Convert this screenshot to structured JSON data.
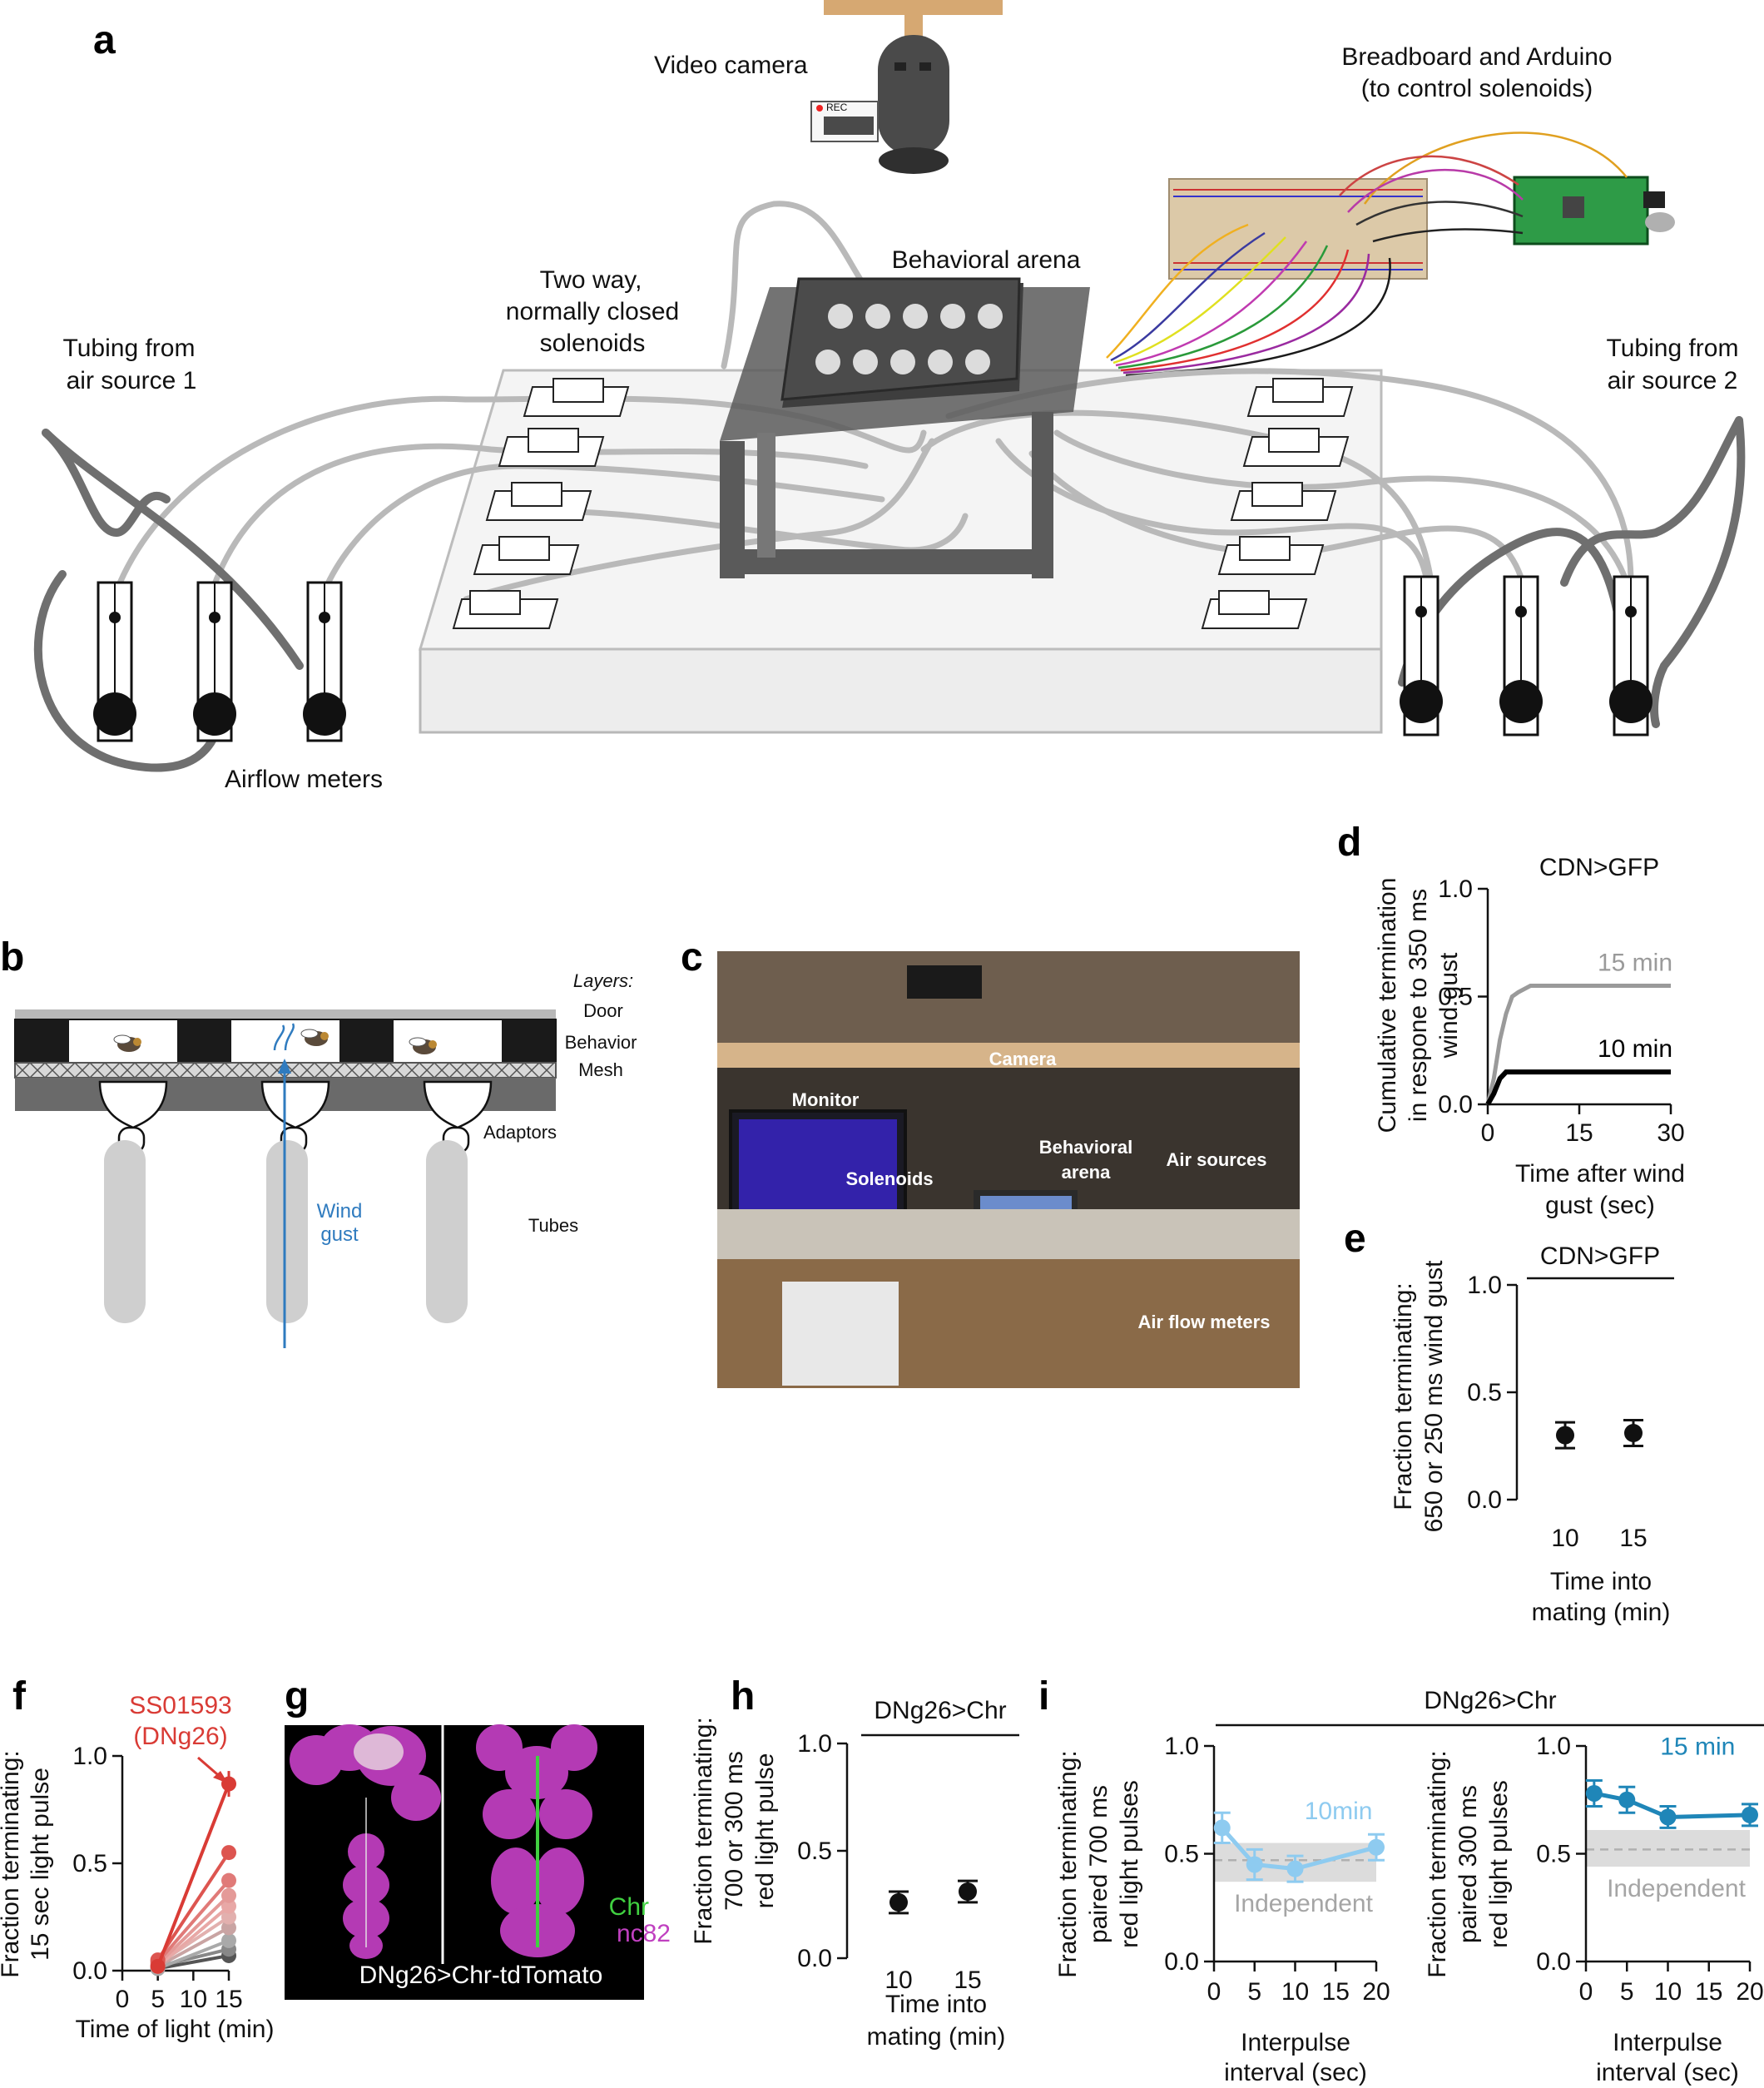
{
  "panel_a": {
    "letter": "a",
    "labels": {
      "video_camera": "Video camera",
      "breadboard_line1": "Breadboard and Arduino",
      "breadboard_line2": "(to control solenoids)",
      "behavioral_arena": "Behavioral arena",
      "solenoids_line1": "Two way,",
      "solenoids_line2": "normally closed",
      "solenoids_line3": "solenoids",
      "tubing1_line1": "Tubing from",
      "tubing1_line2": "air source 1",
      "tubing2_line1": "Tubing from",
      "tubing2_line2": "air source 2",
      "airflow_meters": "Airflow meters",
      "rec": "REC"
    }
  },
  "panel_b": {
    "letter": "b",
    "layers_title": "Layers:",
    "layers": [
      "Door",
      "Behavior",
      "Mesh"
    ],
    "adaptors": "Adaptors",
    "tubes": "Tubes",
    "wind_line1": "Wind",
    "wind_line2": "gust"
  },
  "panel_c": {
    "letter": "c",
    "labels": [
      "Camera",
      "Monitor",
      "Behavioral",
      "arena",
      "Solenoids",
      "Air sources",
      "Air flow meters"
    ]
  },
  "panel_d": {
    "letter": "d",
    "chart_data": {
      "type": "line",
      "title": "CDN>GFP",
      "ylabel_lines": [
        "Cumulative termination",
        "in respone to 350 ms",
        "wind gust"
      ],
      "xlabel_lines": [
        "Time after wind",
        "gust (sec)"
      ],
      "xlim": [
        0,
        30
      ],
      "ylim": [
        0,
        1
      ],
      "xticks": [
        "0",
        "15",
        "30"
      ],
      "yticks": [
        "0.0",
        "0.5",
        "1.0"
      ],
      "series": [
        {
          "name": "15 min",
          "color": "#9a9a9a",
          "x": [
            0,
            1,
            2,
            3,
            4,
            5,
            7,
            10,
            30
          ],
          "y": [
            0,
            0.12,
            0.3,
            0.42,
            0.5,
            0.52,
            0.55,
            0.55,
            0.55
          ]
        },
        {
          "name": "10 min",
          "color": "#000000",
          "x": [
            0,
            1,
            2,
            3,
            4,
            30
          ],
          "y": [
            0,
            0.05,
            0.12,
            0.15,
            0.15,
            0.15
          ]
        }
      ]
    }
  },
  "panel_e": {
    "letter": "e",
    "chart_data": {
      "type": "scatter",
      "title": "CDN>GFP",
      "ylabel_lines": [
        "Fraction terminating:",
        "650 or 250 ms wind gust"
      ],
      "xlabel_lines": [
        "Time into",
        "mating (min)"
      ],
      "categories": [
        "10",
        "15"
      ],
      "values": [
        0.3,
        0.31
      ],
      "errors": [
        0.06,
        0.06
      ],
      "ylim": [
        0,
        1
      ],
      "yticks": [
        "0.0",
        "0.5",
        "1.0"
      ]
    }
  },
  "panel_f": {
    "letter": "f",
    "annotation_line1": "SS01593",
    "annotation_line2": "(DNg26)",
    "chart_data": {
      "type": "line",
      "ylabel_lines": [
        "Fraction terminating:",
        "15 sec light pulse"
      ],
      "xlabel": "Time of light (min)",
      "xticks": [
        "0",
        "5",
        "10",
        "15"
      ],
      "yticks": [
        "0.0",
        "0.5",
        "1.0"
      ],
      "ylim": [
        0,
        1
      ],
      "series": [
        {
          "name": "SS01593 (DNg26)",
          "color": "#d93b35",
          "x": [
            5,
            15
          ],
          "y": [
            0.02,
            0.87
          ]
        },
        {
          "color": "#dd5550",
          "x": [
            5,
            15
          ],
          "y": [
            0.05,
            0.55
          ]
        },
        {
          "color": "#e07a78",
          "x": [
            5,
            15
          ],
          "y": [
            0.04,
            0.42
          ]
        },
        {
          "color": "#e49a98",
          "x": [
            5,
            15
          ],
          "y": [
            0.03,
            0.35
          ]
        },
        {
          "color": "#e8a8a6",
          "x": [
            5,
            15
          ],
          "y": [
            0.02,
            0.3
          ]
        },
        {
          "color": "#e2b0ae",
          "x": [
            5,
            15
          ],
          "y": [
            0.03,
            0.25
          ]
        },
        {
          "color": "#c9a4a3",
          "x": [
            5,
            15
          ],
          "y": [
            0.02,
            0.2
          ]
        },
        {
          "color": "#a9a9a9",
          "x": [
            5,
            15
          ],
          "y": [
            0.01,
            0.14
          ]
        },
        {
          "color": "#888888",
          "x": [
            5,
            15
          ],
          "y": [
            0.02,
            0.1
          ]
        },
        {
          "color": "#555555",
          "x": [
            5,
            15
          ],
          "y": [
            0.01,
            0.07
          ]
        }
      ]
    }
  },
  "panel_g": {
    "letter": "g",
    "caption": "DNg26>Chr-tdTomato",
    "legend_chr": "Chr",
    "legend_nc82": "nc82"
  },
  "panel_h": {
    "letter": "h",
    "chart_data": {
      "type": "scatter",
      "title": "DNg26>Chr",
      "ylabel_lines": [
        "Fraction terminating:",
        "700 or 300 ms",
        "red light pulse"
      ],
      "xlabel_lines": [
        "Time into",
        "mating (min)"
      ],
      "categories": [
        "10",
        "15"
      ],
      "values": [
        0.26,
        0.31
      ],
      "errors": [
        0.05,
        0.05
      ],
      "ylim": [
        0,
        1
      ],
      "yticks": [
        "0.0",
        "0.5",
        "1.0"
      ]
    }
  },
  "panel_i": {
    "letter": "i",
    "title": "DNg26>Chr",
    "chart_data": [
      {
        "type": "line",
        "ylabel_lines": [
          "Fraction terminating:",
          "paired 700 ms",
          "red light pulses"
        ],
        "xlabel_lines": [
          "Interpulse",
          "interval (sec)"
        ],
        "series_label": "10min",
        "independent_label": "Independent",
        "color": "#8ecbf0",
        "x": [
          1,
          5,
          10,
          20
        ],
        "y": [
          0.62,
          0.45,
          0.43,
          0.53
        ],
        "errors": [
          0.07,
          0.07,
          0.06,
          0.06
        ],
        "independent_mean": 0.47,
        "independent_band": [
          0.37,
          0.55
        ],
        "xticks": [
          "0",
          "5",
          "10",
          "15",
          "20"
        ],
        "yticks": [
          "0.0",
          "0.5",
          "1.0"
        ],
        "xlim": [
          0,
          20
        ],
        "ylim": [
          0,
          1
        ]
      },
      {
        "type": "line",
        "ylabel_lines": [
          "Fraction terminating:",
          "paired 300 ms",
          "red light pulses"
        ],
        "xlabel_lines": [
          "Interpulse",
          "interval (sec)"
        ],
        "series_label": "15 min",
        "independent_label": "Independent",
        "color": "#1f86b8",
        "x": [
          1,
          5,
          10,
          20
        ],
        "y": [
          0.78,
          0.75,
          0.67,
          0.68
        ],
        "errors": [
          0.06,
          0.06,
          0.05,
          0.05
        ],
        "independent_mean": 0.52,
        "independent_band": [
          0.44,
          0.61
        ],
        "xticks": [
          "0",
          "5",
          "10",
          "15",
          "20"
        ],
        "yticks": [
          "0.0",
          "0.5",
          "1.0"
        ],
        "xlim": [
          0,
          20
        ],
        "ylim": [
          0,
          1
        ]
      }
    ]
  }
}
